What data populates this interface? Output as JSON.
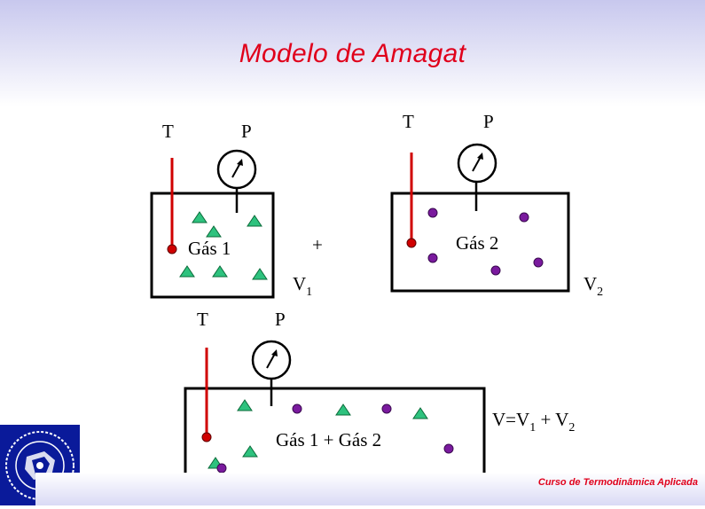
{
  "title": "Modelo de Amagat",
  "colors": {
    "title": "#e0001b",
    "thermometer": "#d00000",
    "triangle": "#2ec27e",
    "triangle_stroke": "#0b6b3a",
    "circle": "#7a1a9e",
    "logo_bg": "#0a1a9a",
    "footer_text": "#e0001b"
  },
  "gas1": {
    "temp_label": "T",
    "pressure_label": "P",
    "gas_label": "Gás 1",
    "volume_label": "V",
    "volume_sub": "1"
  },
  "plus_sign": "+",
  "gas2": {
    "temp_label": "T",
    "pressure_label": "P",
    "gas_label": "Gás 2",
    "volume_label": "V",
    "volume_sub": "2"
  },
  "mixture": {
    "temp_label": "T",
    "pressure_label": "P",
    "gas_label": "Gás 1 + Gás 2",
    "equation": {
      "lhs": "V=V",
      "sub1": "1",
      "plus": " +  V",
      "sub2": "2"
    }
  },
  "footer": {
    "course": "Curso de Termodinâmica Aplicada"
  },
  "icons": {
    "thermometer": "thermometer-icon",
    "gauge": "pressure-gauge-icon",
    "logo": "university-seal-logo"
  }
}
